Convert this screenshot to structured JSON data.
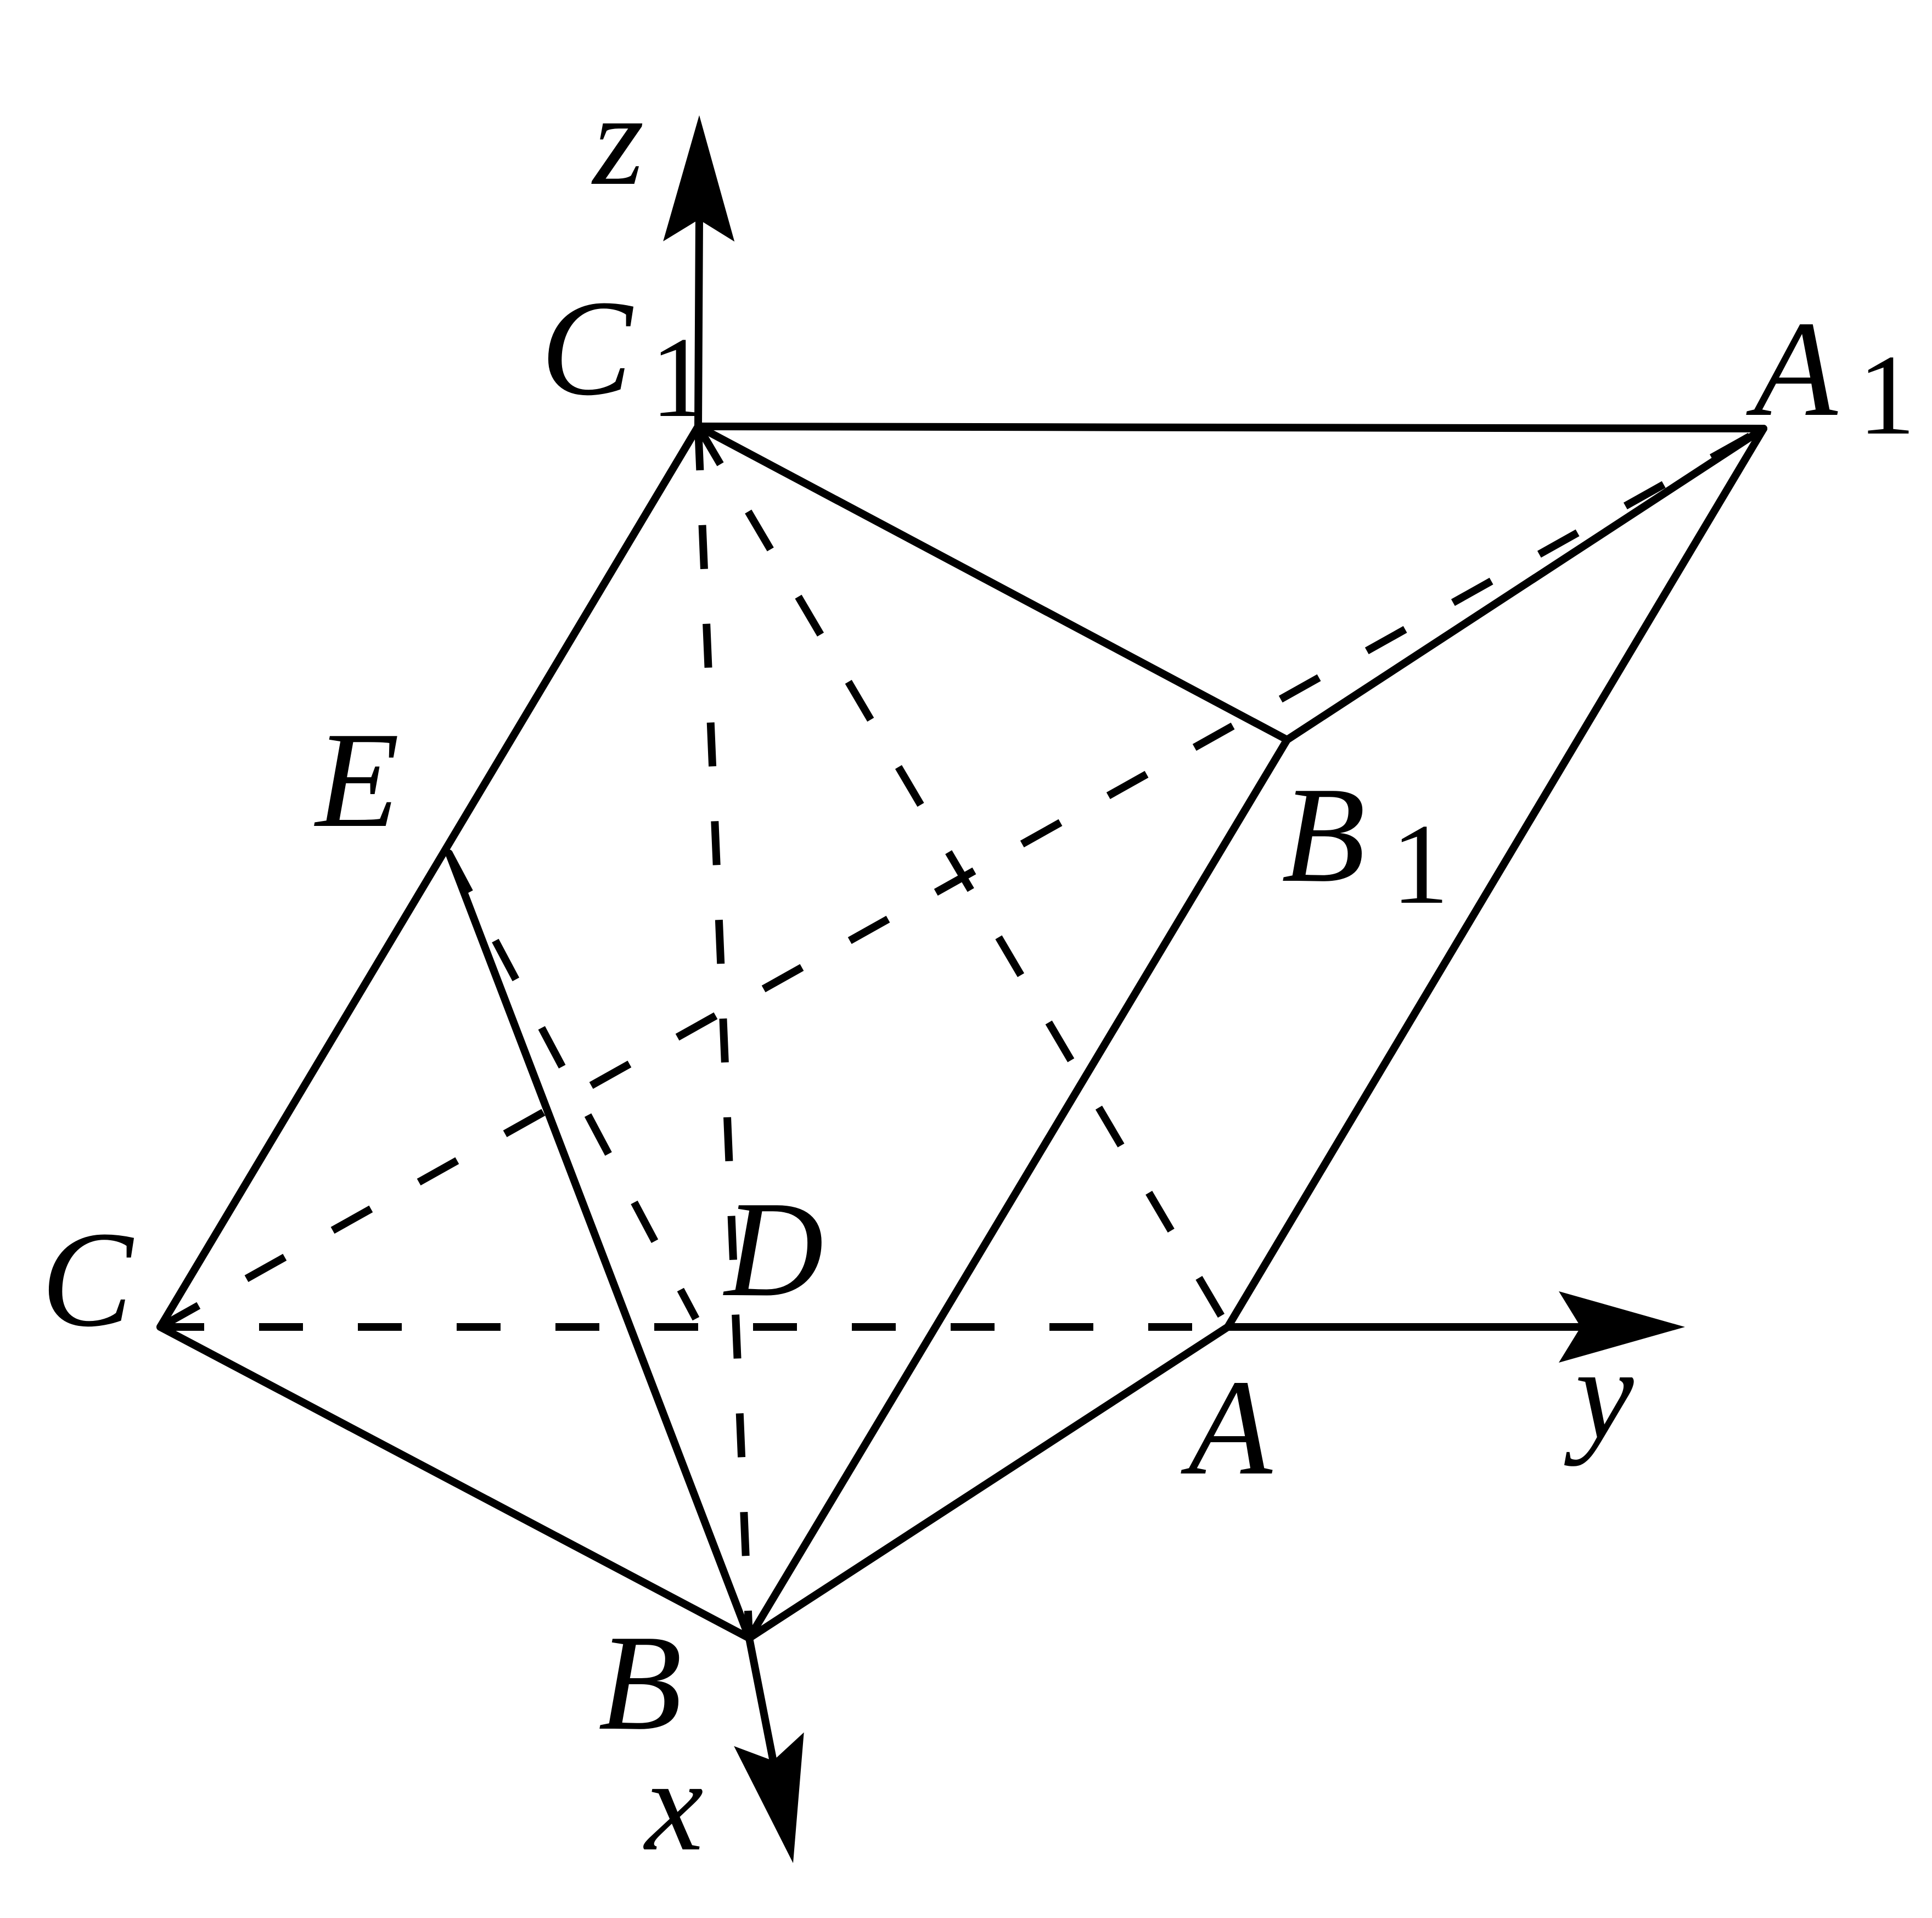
{
  "diagram": {
    "stroke_color": "#000000",
    "background": "#ffffff",
    "points": [
      {
        "id": "C1",
        "letter": "C",
        "sub": "1"
      },
      {
        "id": "A1",
        "letter": "A",
        "sub": "1"
      },
      {
        "id": "B1",
        "letter": "B",
        "sub": "1"
      },
      {
        "id": "E",
        "letter": "E",
        "sub": ""
      },
      {
        "id": "C",
        "letter": "C",
        "sub": ""
      },
      {
        "id": "D",
        "letter": "D",
        "sub": ""
      },
      {
        "id": "A",
        "letter": "A",
        "sub": ""
      },
      {
        "id": "B",
        "letter": "B",
        "sub": ""
      }
    ],
    "axes": [
      {
        "id": "z",
        "label": "z"
      },
      {
        "id": "y",
        "label": "y"
      },
      {
        "id": "x",
        "label": "x"
      }
    ],
    "solid_edges": [
      [
        "C1",
        "A1"
      ],
      [
        "C1",
        "B1"
      ],
      [
        "B1",
        "A1"
      ],
      [
        "C1",
        "C"
      ],
      [
        "A1",
        "A"
      ],
      [
        "B1",
        "B"
      ],
      [
        "C",
        "B"
      ],
      [
        "B",
        "A"
      ],
      [
        "E",
        "B"
      ]
    ],
    "dashed_edges": [
      [
        "C",
        "A"
      ],
      [
        "C",
        "A1"
      ],
      [
        "C1",
        "A"
      ],
      [
        "C1",
        "B"
      ],
      [
        "E",
        "D"
      ]
    ]
  }
}
